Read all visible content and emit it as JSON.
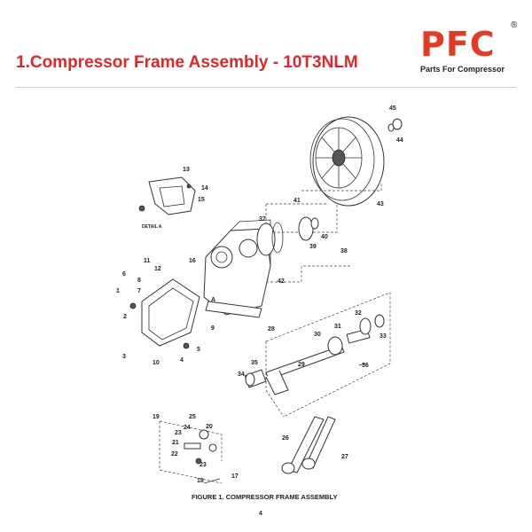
{
  "header": {
    "title": "1.Compressor Frame Assembly - 10T3NLM",
    "logo_text": "PFC",
    "logo_registered": "®",
    "logo_tagline": "Parts For Compressor",
    "title_color": "#e0262b",
    "logo_color": "#e33b22"
  },
  "diagram": {
    "caption": "FIGURE 1.  COMPRESSOR FRAME ASSEMBLY",
    "page_number": "4",
    "detail_label": "DETAIL A",
    "detail_ref": "A",
    "callouts": [
      "1",
      "2",
      "3",
      "4",
      "5",
      "6",
      "7",
      "8",
      "9",
      "10",
      "11",
      "12",
      "13",
      "14",
      "15",
      "16",
      "17",
      "18",
      "19",
      "20",
      "21",
      "22",
      "23",
      "23",
      "24",
      "25",
      "26",
      "27",
      "28",
      "29",
      "30",
      "31",
      "32",
      "33",
      "34",
      "35",
      "36",
      "37",
      "38",
      "39",
      "40",
      "41",
      "42",
      "43",
      "44",
      "45"
    ]
  }
}
